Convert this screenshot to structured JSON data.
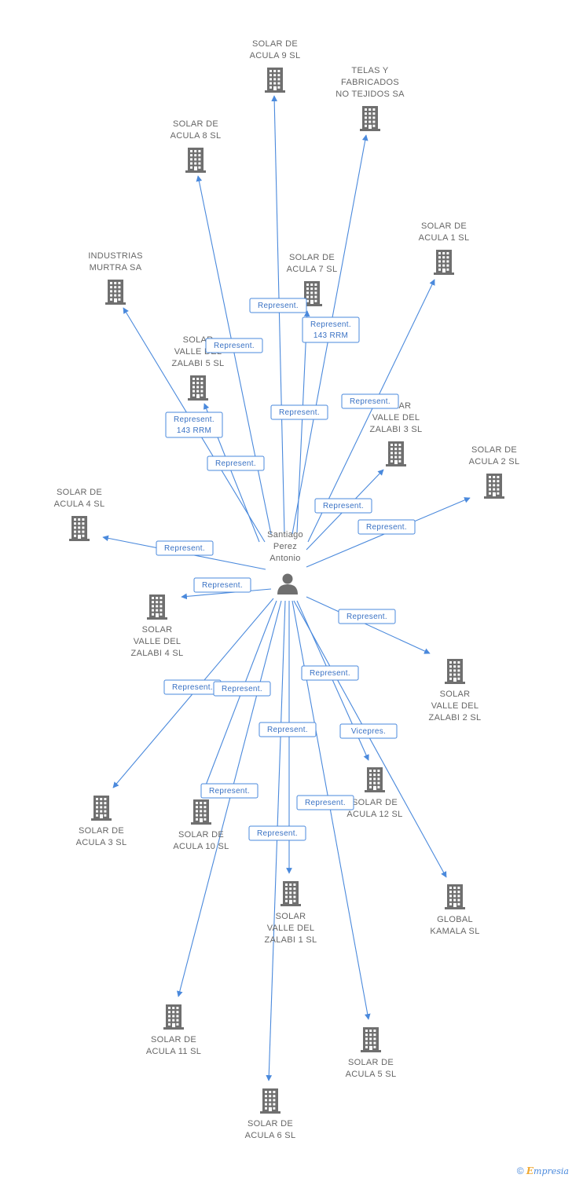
{
  "center": {
    "name_lines": [
      "Santiago",
      "Perez",
      "Antonio"
    ]
  },
  "companies": [
    {
      "id": "acula9",
      "label_lines": [
        "SOLAR DE",
        "ACULA 9 SL"
      ]
    },
    {
      "id": "telas",
      "label_lines": [
        "TELAS Y",
        "FABRICADOS",
        "NO TEJIDOS SA"
      ]
    },
    {
      "id": "acula8",
      "label_lines": [
        "SOLAR DE",
        "ACULA 8 SL"
      ]
    },
    {
      "id": "acula1",
      "label_lines": [
        "SOLAR DE",
        "ACULA 1 SL"
      ]
    },
    {
      "id": "murtra",
      "label_lines": [
        "INDUSTRIAS",
        "MURTRA SA"
      ]
    },
    {
      "id": "acula7",
      "label_lines": [
        "SOLAR DE",
        "ACULA 7 SL"
      ]
    },
    {
      "id": "zalabi5",
      "label_lines": [
        "SOLAR",
        "VALLE DEL",
        "ZALABI 5 SL"
      ]
    },
    {
      "id": "zalabi3",
      "label_lines": [
        "SOLAR",
        "VALLE DEL",
        "ZALABI 3 SL"
      ]
    },
    {
      "id": "acula2",
      "label_lines": [
        "SOLAR DE",
        "ACULA 2 SL"
      ]
    },
    {
      "id": "acula4",
      "label_lines": [
        "SOLAR DE",
        "ACULA 4 SL"
      ]
    },
    {
      "id": "zalabi4",
      "label_lines": [
        "SOLAR",
        "VALLE DEL",
        "ZALABI 4 SL"
      ]
    },
    {
      "id": "zalabi2",
      "label_lines": [
        "SOLAR",
        "VALLE DEL",
        "ZALABI 2 SL"
      ]
    },
    {
      "id": "acula12",
      "label_lines": [
        "SOLAR DE",
        "ACULA 12 SL"
      ]
    },
    {
      "id": "acula3",
      "label_lines": [
        "SOLAR DE",
        "ACULA 3 SL"
      ]
    },
    {
      "id": "acula10",
      "label_lines": [
        "SOLAR DE",
        "ACULA 10 SL"
      ]
    },
    {
      "id": "zalabi1",
      "label_lines": [
        "SOLAR",
        "VALLE DEL",
        "ZALABI 1 SL"
      ]
    },
    {
      "id": "kamala",
      "label_lines": [
        "GLOBAL",
        "KAMALA SL"
      ]
    },
    {
      "id": "acula11",
      "label_lines": [
        "SOLAR DE",
        "ACULA 11 SL"
      ]
    },
    {
      "id": "acula5",
      "label_lines": [
        "SOLAR DE",
        "ACULA 5 SL"
      ]
    },
    {
      "id": "acula6",
      "label_lines": [
        "SOLAR DE",
        "ACULA 6 SL"
      ]
    }
  ],
  "edges": [
    {
      "to": "acula9",
      "label_lines": [
        "Represent."
      ]
    },
    {
      "to": "telas",
      "label_lines": [
        "Represent.",
        "143 RRM"
      ]
    },
    {
      "to": "acula8",
      "label_lines": [
        "Represent."
      ]
    },
    {
      "to": "acula1",
      "label_lines": [
        "Represent."
      ]
    },
    {
      "to": "murtra",
      "label_lines": [
        "Represent."
      ]
    },
    {
      "to": "acula7",
      "label_lines": [
        "Represent."
      ]
    },
    {
      "to": "zalabi5",
      "label_lines": [
        "Represent.",
        "143 RRM"
      ]
    },
    {
      "to": "zalabi3",
      "label_lines": [
        "Represent."
      ]
    },
    {
      "to": "acula2",
      "label_lines": [
        "Represent."
      ]
    },
    {
      "to": "acula4",
      "label_lines": [
        "Represent."
      ]
    },
    {
      "to": "zalabi4",
      "label_lines": [
        "Represent."
      ]
    },
    {
      "to": "zalabi2",
      "label_lines": [
        "Represent."
      ]
    },
    {
      "to": "acula12",
      "label_lines": [
        "Represent."
      ]
    },
    {
      "to": "acula3",
      "label_lines": [
        "Represent."
      ]
    },
    {
      "to": "acula10",
      "label_lines": [
        "Represent."
      ]
    },
    {
      "to": "zalabi1",
      "label_lines": [
        "Represent."
      ]
    },
    {
      "to": "kamala",
      "label_lines": [
        "Vicepres."
      ]
    },
    {
      "to": "acula11",
      "label_lines": [
        "Represent."
      ]
    },
    {
      "to": "acula5",
      "label_lines": [
        "Represent."
      ]
    },
    {
      "to": "acula6",
      "label_lines": [
        "Represent."
      ]
    }
  ],
  "footer": {
    "copyright": "©",
    "brand_initial": "E",
    "brand_rest": "mpresia"
  },
  "colors": {
    "edge": "#4a89dc",
    "icon": "#6f6f6f",
    "text": "#666666"
  }
}
